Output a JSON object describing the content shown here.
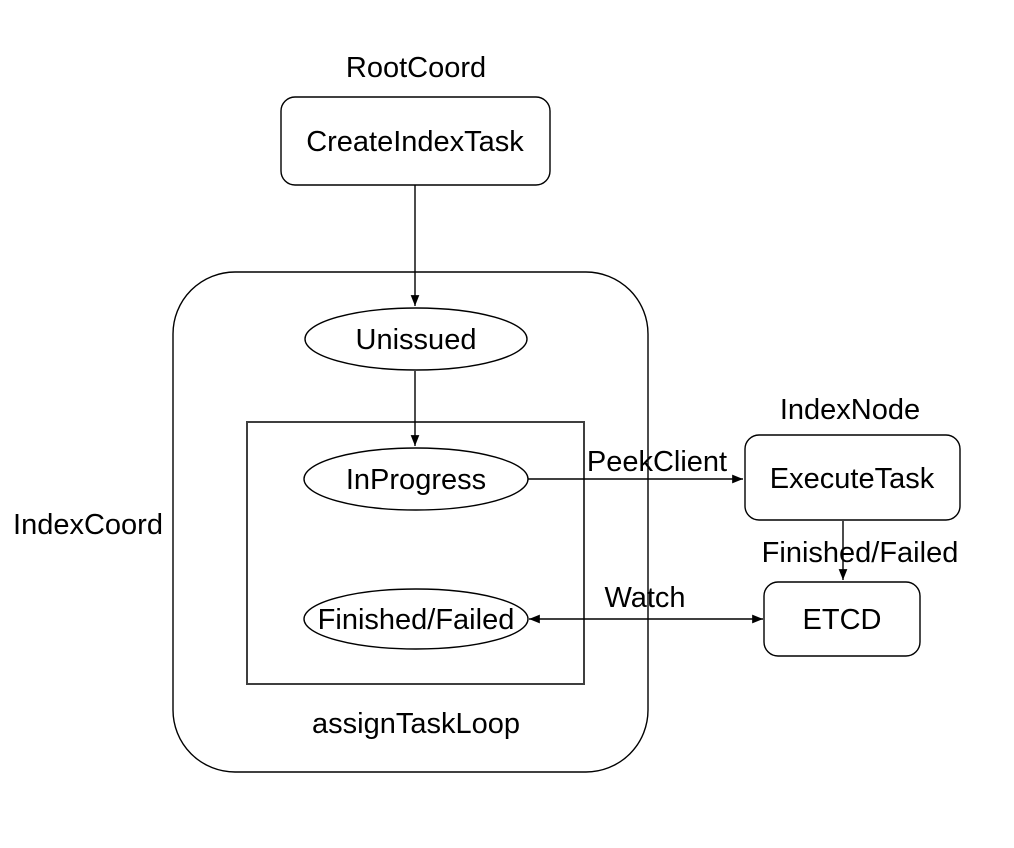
{
  "diagram": {
    "colors": {
      "background": "#ffffff",
      "line": "#000000",
      "text": "#000000"
    },
    "group_labels": {
      "root_coord": "RootCoord",
      "index_coord": "IndexCoord",
      "index_node": "IndexNode",
      "assign_task_loop": "assignTaskLoop"
    },
    "nodes": {
      "create_index_task": "CreateIndexTask",
      "unissued": "Unissued",
      "in_progress": "InProgress",
      "finished_failed": "Finished/Failed",
      "execute_task": "ExecuteTask",
      "etcd": "ETCD"
    },
    "edge_labels": {
      "peek_client": "PeekClient",
      "watch": "Watch",
      "finished_failed": "Finished/Failed"
    },
    "edges": [
      {
        "from": "CreateIndexTask",
        "to": "Unissued",
        "label": "",
        "direction": "one-way"
      },
      {
        "from": "Unissued",
        "to": "InProgress",
        "label": "",
        "direction": "one-way"
      },
      {
        "from": "InProgress",
        "to": "ExecuteTask",
        "label": "PeekClient",
        "direction": "one-way"
      },
      {
        "from": "ExecuteTask",
        "to": "ETCD",
        "label": "Finished/Failed",
        "direction": "one-way"
      },
      {
        "from": "Finished/Failed",
        "to": "ETCD",
        "label": "Watch",
        "direction": "two-way"
      }
    ]
  }
}
